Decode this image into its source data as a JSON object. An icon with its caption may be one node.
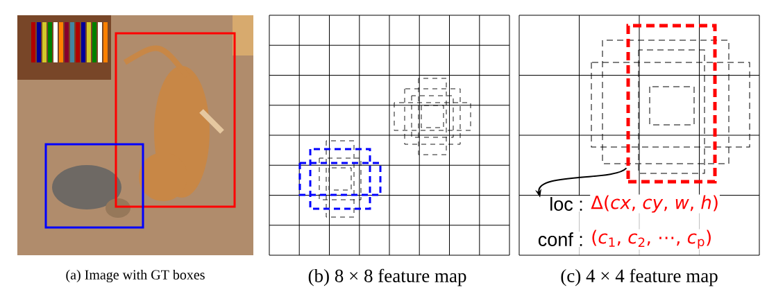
{
  "diagram": {
    "nodes": [
      {
        "text": [],
        "shape": "box"
      },
      {
        "text": [
          "loc :"
        ]
      }
    ],
    "edges": [
      {
        "from": 0,
        "to": 1,
        "arrow": "to"
      }
    ],
    "labels": [
      "Δ(*cx*, *cy*, *w*, *h*)",
      "conf :",
      "(*c*$_{1}$, *c*$_{2}$, ⋯, *c*$_{p}$)",
      "(a) Image with GT boxes",
      "(b) 8 × 8 feature map",
      "(c) 4 × 4 feature map"
    ]
  }
}
